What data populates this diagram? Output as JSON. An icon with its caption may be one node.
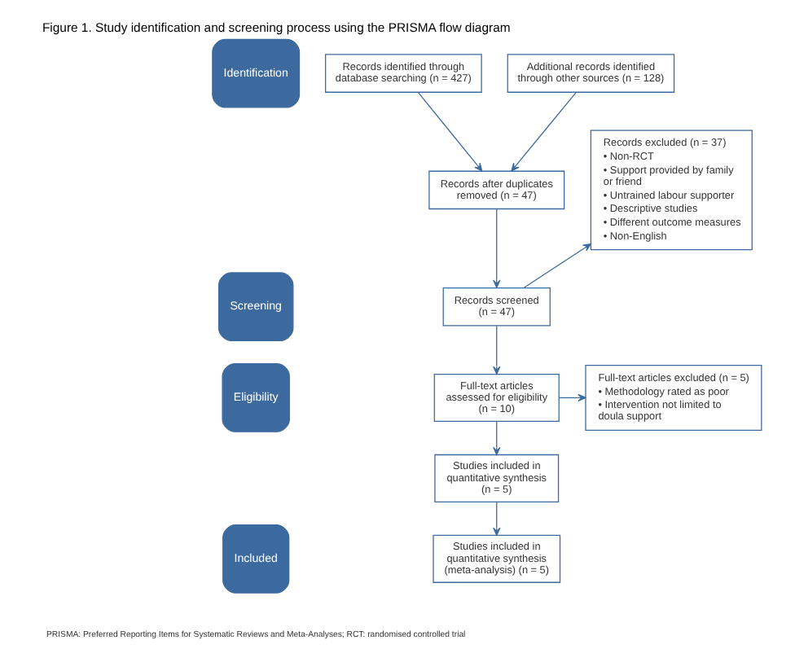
{
  "diagram": {
    "title": "Figure 1. Study identification and screening process using the PRISMA flow diagram",
    "nodes": [
      {
        "text": [
          "Identification"
        ]
      },
      {
        "text": [
          "Screening"
        ]
      },
      {
        "text": [
          "Eligibility"
        ]
      },
      {
        "text": [
          "Included"
        ]
      },
      {
        "text": [
          "Records identified through database searching (n = 427)"
        ]
      },
      {
        "text": [
          "Additional records identified through other sources (n = 128)"
        ]
      },
      {
        "text": [
          "Records after duplicates removed (n = 47)"
        ]
      },
      {
        "text": [
          "Records excluded (n = 37)",
          "• Non-RCT",
          "• Support provided by family or friend",
          "• Untrained labour supporter",
          "• Descriptive studies",
          "• Different outcome measures",
          "• Non-English"
        ]
      },
      {
        "text": [
          "Records screened (n = 47)"
        ]
      },
      {
        "text": [
          "Full-text articles assessed for eligibility (n = 10)"
        ]
      },
      {
        "text": [
          "Full-text articles excluded (n = 5)",
          "• Methodology rated as poor",
          "• Intervention not limited to doula support"
        ]
      },
      {
        "text": [
          "Studies included in quantitative synthesis (n = 5)"
        ]
      },
      {
        "text": [
          "Studies included in quantitative synthesis (meta-analysis) (n = 5)"
        ]
      }
    ],
    "edges": [
      {
        "from": 4,
        "to": 6,
        "arrow": "to"
      },
      {
        "from": 5,
        "to": 6,
        "arrow": "to"
      },
      {
        "from": 6,
        "to": 8,
        "arrow": "to"
      },
      {
        "from": 8,
        "to": 7,
        "arrow": "to"
      },
      {
        "from": 8,
        "to": 9,
        "arrow": "to"
      },
      {
        "from": 9,
        "to": 10,
        "arrow": "to"
      },
      {
        "from": 9,
        "to": 11,
        "arrow": "to"
      },
      {
        "from": 11,
        "to": 12,
        "arrow": "to"
      }
    ],
    "labels": [
      "PRISMA: Preferred Reporting Items for Systematic Reviews and Meta-Analyses; RCT: randomised controlled trial"
    ]
  }
}
